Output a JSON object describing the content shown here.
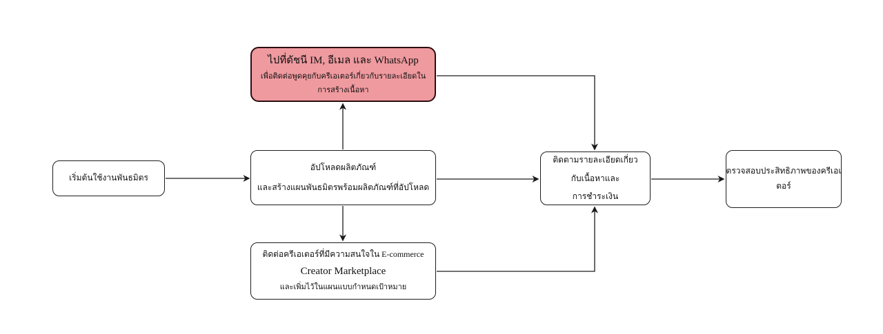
{
  "diagram": {
    "type": "flowchart",
    "background": "#ffffff",
    "colors": {
      "node_fill": "#ffffff",
      "node_border": "#1c1c1c",
      "highlight_fill": "#ef9a9f",
      "highlight_border": "#2b0d0f",
      "connector": "#1a1a1a",
      "text": "#111111"
    },
    "nodes": {
      "start": {
        "lines": [
          "เริ่มต้นใช้งานพันธมิตร"
        ]
      },
      "contact": {
        "highlighted": true,
        "lines": [
          "ไปที่ดัชนี IM, อีเมล และ WhatsApp",
          "เพื่อติดต่อพูดคุยกับครีเอเตอร์เกี่ยวกับรายละเอียดในการสร้างเนื้อหา"
        ]
      },
      "upload": {
        "lines": [
          "อัปโหลดผลิตภัณฑ์",
          "และสร้างแผนพันธมิตรพร้อมผลิตภัณฑ์ที่อัปโหลด"
        ]
      },
      "market": {
        "lines": [
          "ติดต่อครีเอเตอร์ที่มีความสนใจใน E-commerce",
          "Creator Marketplace",
          "และเพิ่มไว้ในแผนแบบกำหนดเป้าหมาย"
        ]
      },
      "track": {
        "lines": [
          "ติดตามรายละเอียดเกี่ยวกับเนื้อหาและ",
          "การชำระเงิน"
        ]
      },
      "review": {
        "lines": [
          "ตรวจสอบประสิทธิภาพของครีเอเ",
          "ตอร์"
        ]
      }
    },
    "edges": [
      {
        "from": "start",
        "to": "upload",
        "style": "straight-right"
      },
      {
        "from": "upload",
        "to": "contact",
        "style": "straight-up"
      },
      {
        "from": "upload",
        "to": "market",
        "style": "straight-down"
      },
      {
        "from": "upload",
        "to": "track",
        "style": "straight-right"
      },
      {
        "from": "contact",
        "to": "track",
        "style": "elbow-right-down"
      },
      {
        "from": "market",
        "to": "track",
        "style": "elbow-right-up"
      },
      {
        "from": "track",
        "to": "review",
        "style": "straight-right"
      }
    ]
  }
}
